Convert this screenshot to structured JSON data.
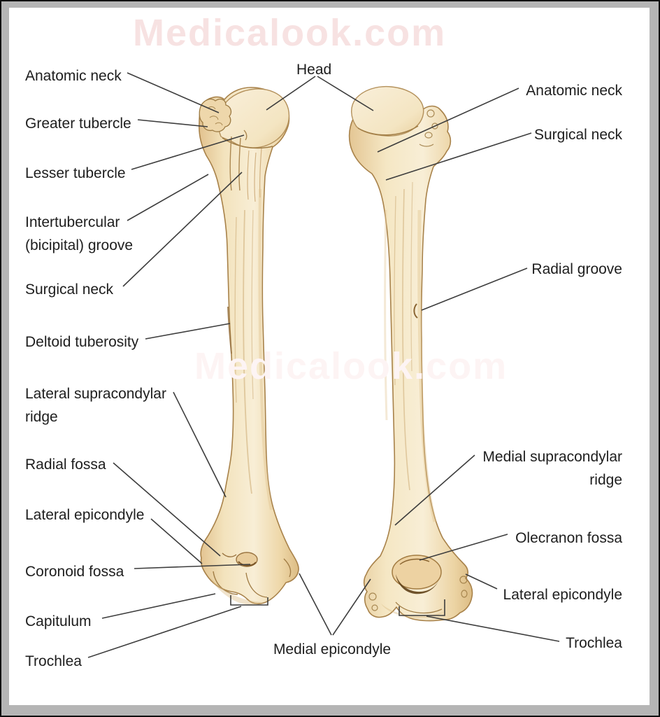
{
  "document": {
    "type": "anatomical-diagram",
    "subject": "Humerus bone, anterior and posterior views"
  },
  "watermarks": {
    "top": "Medicalook.com",
    "middle": "Medicalook.com"
  },
  "colors": {
    "frame_gray": "#b5b5b5",
    "frame_border": "#111111",
    "background": "#ffffff",
    "bone_base": "#f2dfb6",
    "bone_highlight": "#faf0d8",
    "bone_shade": "#ddbd85",
    "bone_outline": "#a8824a",
    "leader_line": "#3d3d3d",
    "label_text": "#1e1e1e",
    "watermark_top": "#f7e2e2",
    "watermark_middle": "#fdf4f4"
  },
  "labels": {
    "head": "Head",
    "anatomic_neck_left": "Anatomic neck",
    "greater_tubercle": "Greater tubercle",
    "lesser_tubercle": "Lesser tubercle",
    "intertubercular_groove": "Intertubercular (bicipital) groove",
    "surgical_neck_left": "Surgical neck",
    "deltoid_tuberosity": "Deltoid tuberosity",
    "lateral_supracondylar_ridge": "Lateral supracondylar ridge",
    "radial_fossa": "Radial fossa",
    "lateral_epicondyle_left": "Lateral epicondyle",
    "coronoid_fossa": "Coronoid fossa",
    "capitulum": "Capitulum",
    "trochlea_left": "Trochlea",
    "anatomic_neck_right": "Anatomic neck",
    "surgical_neck_right": "Surgical neck",
    "radial_groove": "Radial groove",
    "medial_supracondylar_ridge": "Medial supracondylar ridge",
    "olecranon_fossa": "Olecranon fossa",
    "lateral_epicondyle_right": "Lateral epicondyle",
    "trochlea_right": "Trochlea",
    "medial_epicondyle": "Medial epicondyle"
  }
}
